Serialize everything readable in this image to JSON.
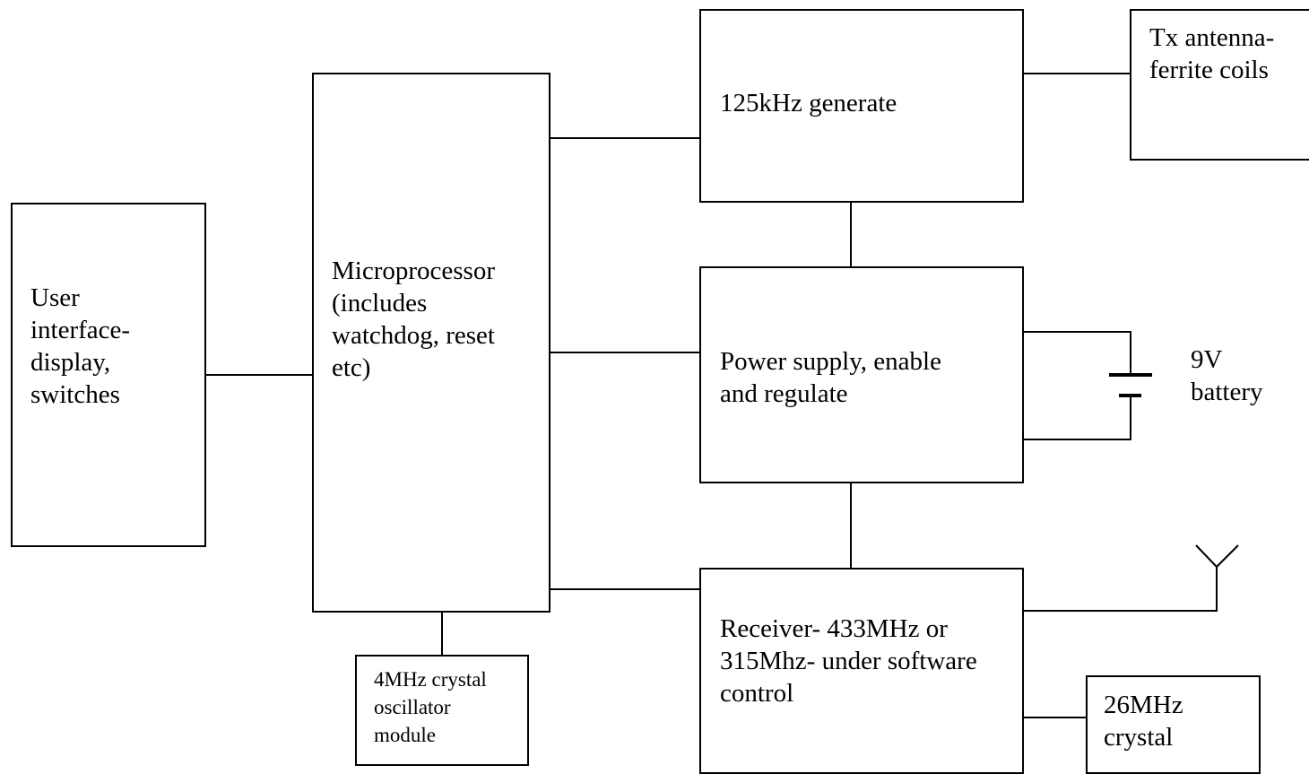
{
  "blocks": {
    "user_interface": "User\ninterface-\ndisplay,\nswitches",
    "microprocessor": "Microprocessor\n(includes\nwatchdog, reset\netc)",
    "generator": "125kHz generate",
    "tx_antenna": "Tx antenna-\nferrite coils",
    "power_supply": "Power supply, enable\nand regulate",
    "receiver": "Receiver- 433MHz or\n315Mhz- under software\ncontrol",
    "oscillator": "4MHz crystal\noscillator\nmodule",
    "crystal": "26MHz\ncrystal"
  },
  "battery": {
    "label": "9V\nbattery",
    "icon": "battery-icon"
  },
  "antenna": {
    "icon": "antenna-icon"
  }
}
